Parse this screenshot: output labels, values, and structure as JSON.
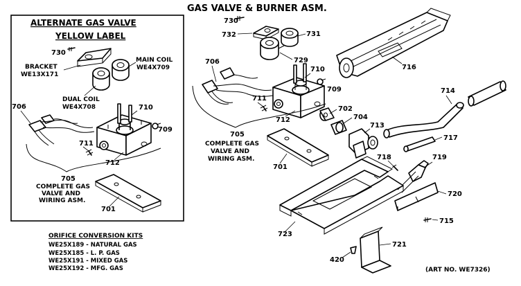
{
  "title": "GAS VALVE & BURNER ASM.",
  "art_no": "(ART NO. WE7326)",
  "inset": {
    "heading": "ALTERNATE GAS VALVE",
    "subheading": "YELLOW LABEL",
    "bracket": [
      "BRACKET",
      "WE13X171"
    ],
    "main_coil": [
      "MAIN COIL",
      "WE4X709"
    ],
    "dual_coil": [
      "DUAL COIL",
      "WE4X708"
    ],
    "complete": [
      "COMPLETE GAS",
      "VALVE AND",
      "WIRING ASM."
    ]
  },
  "main_complete": [
    "COMPLETE GAS",
    "VALVE AND",
    "WIRING ASM."
  ],
  "kits": {
    "heading": "ORIFICE CONVERSION KITS",
    "items": [
      "WE25X189 - NATURAL GAS",
      "WE25X185 - L. P. GAS",
      "WE25X191 - MIXED GAS",
      "WE25X192 - MFG. GAS"
    ]
  },
  "parts": {
    "p730a": "730",
    "p706a": "706",
    "p711a": "711",
    "p712a": "712",
    "p710a": "710",
    "p709a": "709",
    "p705a": "705",
    "p701a": "701",
    "p730": "730",
    "p732": "732",
    "p731": "731",
    "p729": "729",
    "p716": "716",
    "p706": "706",
    "p710": "710",
    "p709": "709",
    "p711": "711",
    "p712": "712",
    "p702": "702",
    "p704": "704",
    "p713": "713",
    "p705": "705",
    "p701": "701",
    "p714": "714",
    "p717": "717",
    "p718": "718",
    "p719": "719",
    "p720": "720",
    "p715": "715",
    "p723": "723",
    "p721": "721",
    "p420": "420"
  }
}
